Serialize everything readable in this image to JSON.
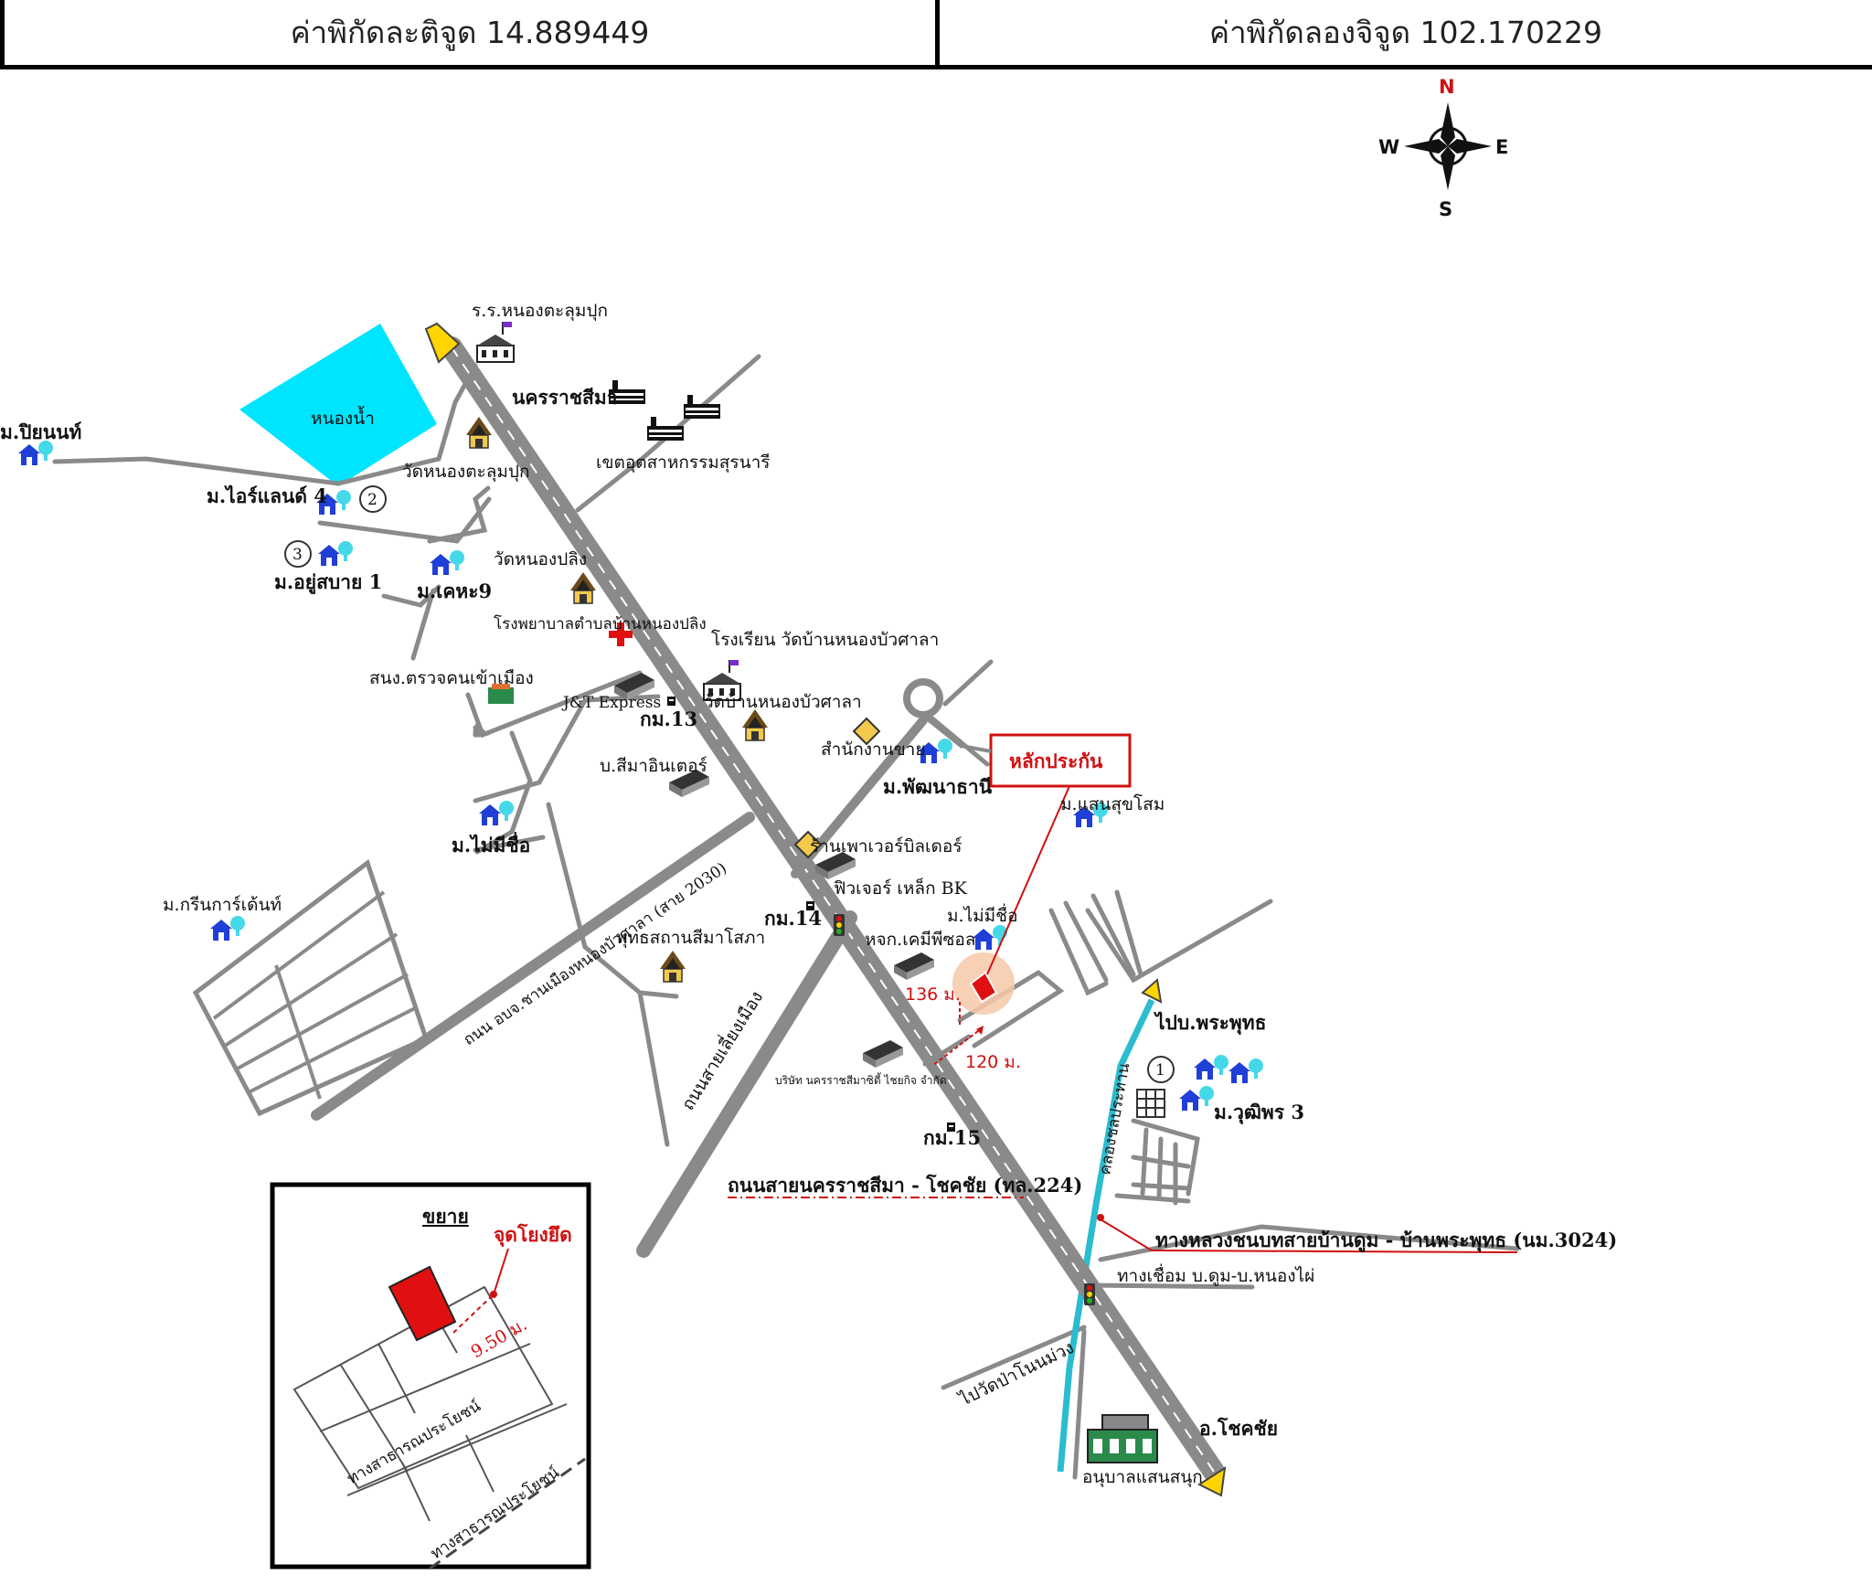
{
  "coords": {
    "latitude_text": "ค่าพิกัดละติจูด 14.889449",
    "longitude_text": "ค่าพิกัดลองจิจูด 102.170229"
  },
  "compass": {
    "n": "N",
    "s": "S",
    "e": "E",
    "w": "W"
  },
  "labels": {
    "school_top": "ร.ร.หนองตะลุมปุก",
    "lake": "หนองน้ำ",
    "piyanon": "ม.ปิยนนท์",
    "wat_nongtalumpuk": "วัดหนองตะลุมปุก",
    "nakhon_ratchasima": "นครราชสีมา",
    "industrial_zone": "เขตอุตสาหกรรมสุรนารี",
    "irland4": "ม.ไอร์แลนด์ 4",
    "num2": "2",
    "num3": "3",
    "yusabai1": "ม.อยู่สบาย 1",
    "kheha9": "ม.เคหะ9",
    "wat_nongpling": "วัดหนองปลิง",
    "hospital": "โรงพยาบาลตำบลบ้านหนองปลิง",
    "immigration": "สนง.ตรวจคนเข้าเมือง",
    "jt_express": "J&T Express",
    "km13": "กม.13",
    "school_bua": "โรงเรียน วัดบ้านหนองบัวศาลา",
    "wat_bua": "วัดบ้านหนองบัวศาลา",
    "sima_inter": "บ.สีมาอินเตอร์",
    "sales_office": "สำนักงานขาย",
    "phatthanathani": "ม.พัฒนาธานี",
    "collateral": "หลักประกัน",
    "saensukhsom": "ม.แสนสุขโสม",
    "mai_mi_chue_left": "ม.ไม่มีชื่อ",
    "green_garden": "ม.กรีนการ์เด้นท์",
    "store_power": "ร้านเพาเวอร์บิลเดอร์",
    "bk_steel": "ฟิวเจอร์ เหล็ก BK",
    "mai_mi_chue_right": "ม.ไม่มีชื่อ",
    "km14": "กม.14",
    "chemical": "หจก.เคมีพีซอล",
    "buddhist_cemetery": "พุทธสถานสีมาโสภา",
    "dist136": "136 ม.",
    "dist120": "120 ม.",
    "go_phraphut": "ไปบ.พระพุทธ",
    "num1": "1",
    "wuthiphon3": "ม.วุฒิพร 3",
    "road_local": "ถนน อบจ.ชานเมืองหนองบัวศาลา (สาย 2030)",
    "road_bypass": "ถนนสายเลี่ยงเมือง",
    "company": "บริษัท นครราชสีมาซิตี้ ไชยกิจ จำกัด",
    "km15": "กม.15",
    "highway224": "ถนนสายนครราชสีมา - โชคชัย (ทล.224)",
    "klong": "คลองชลประทาน",
    "rural_road3024": "ทางหลวงชนบทสายบ้านดูม - บ้านพระพุทธ (นม.3024)",
    "road_dum_nongphai": "ทางเชื่อม บ.ดูม-บ.หนองไผ่",
    "go_wat_pa": "ไปวัดป่าโนนม่วง",
    "chok_chai": "อ.โชคชัย",
    "kindergarten": "อนุบาลแสนสนุก",
    "inset_title": "ขยาย",
    "inset_coord": "จุดโยงยึด",
    "inset_dist": "9.50 ม.",
    "inset_road1": "ทางสาธารณประโยชน์",
    "inset_road2": "ทางสาธารณประโยชน์"
  },
  "colors": {
    "road": "#8a8a8a",
    "lake": "#00e5ff",
    "canal": "#2bbcd0",
    "marker_red": "#e01010",
    "arrow_yellow": "#ffd400",
    "house_blue": "#1f3fd6"
  }
}
